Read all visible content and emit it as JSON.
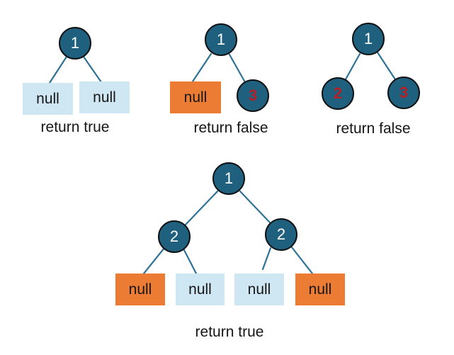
{
  "colors": {
    "node_fill": "#20607f",
    "node_border": "#0e1111",
    "edge": "#2e7296",
    "null_blue": "#cfe7f2",
    "null_orange": "#ec7b33",
    "number_white": "#ffffff",
    "number_red": "#b42025",
    "text_dark": "#161616",
    "background": "#ffffff"
  },
  "tree1": {
    "root": "1",
    "left_leaf": "null",
    "right_leaf": "null",
    "caption": "return true"
  },
  "tree2": {
    "root": "1",
    "left_leaf": "null",
    "right_child": "3",
    "caption": "return false"
  },
  "tree3": {
    "root": "1",
    "left_child": "2",
    "right_child": "3",
    "caption": "return false"
  },
  "tree4": {
    "root": "1",
    "left_child": "2",
    "right_child": "2",
    "leaf1": "null",
    "leaf2": "null",
    "leaf3": "null",
    "leaf4": "null",
    "caption": "return true"
  }
}
